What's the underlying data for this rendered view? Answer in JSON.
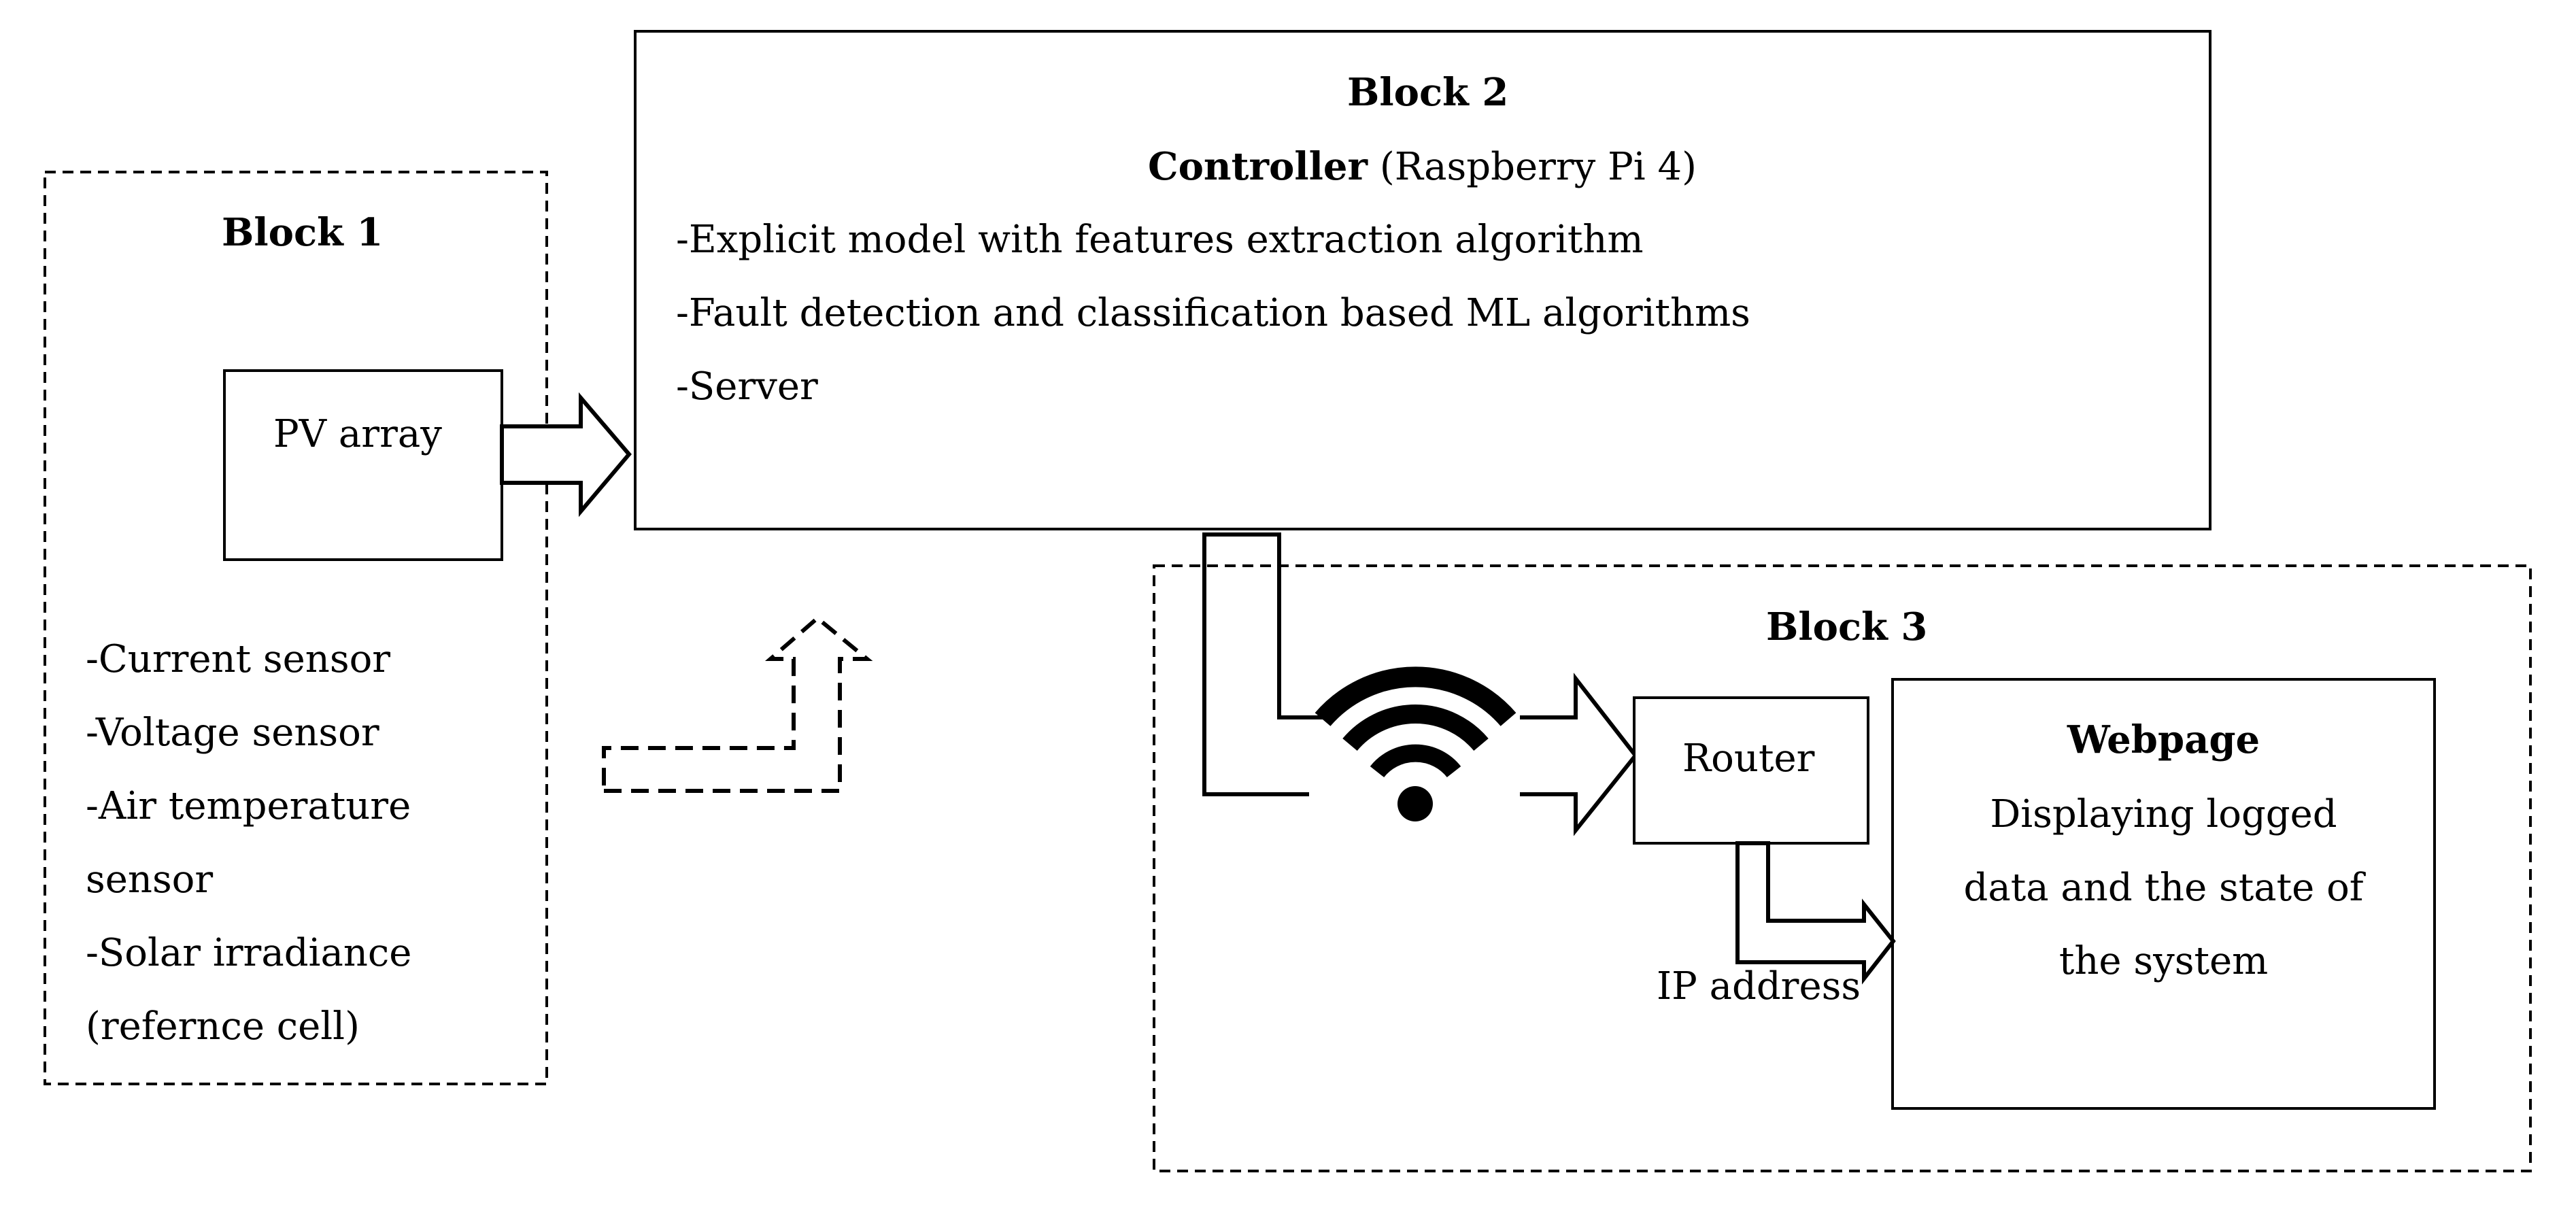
{
  "block1": {
    "title": "Block 1",
    "pv_array_label": "PV array",
    "sensors": [
      "-Current sensor",
      "-Voltage sensor",
      "-Air temperature",
      "sensor",
      "-Solar irradiance",
      "(refernce cell)"
    ]
  },
  "block2": {
    "title": "Block 2",
    "controller_label": "Controller",
    "controller_model": "(Raspberry Pi 4)",
    "items": [
      "-Explicit model with features extraction algorithm",
      "-Fault detection and classification based ML algorithms",
      "-Server"
    ]
  },
  "block3": {
    "title": "Block 3",
    "router_label": "Router",
    "webpage_title": "Webpage",
    "webpage_lines": [
      "Displaying logged",
      "data and the state of",
      "the system"
    ],
    "ip_label": "IP address"
  },
  "icons": {
    "wifi": "wifi-icon"
  }
}
